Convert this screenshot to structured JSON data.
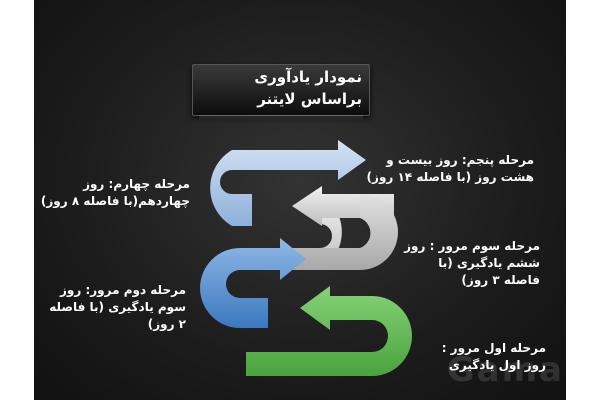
{
  "title": {
    "line1": "نمودار یادآوری",
    "line2": "براساس لایتنر"
  },
  "stages": [
    {
      "id": "stage-5",
      "line1": "مرحله پنجم: روز بیست و",
      "line2": "هشت روز (با فاصله ۱۴ روز)",
      "color": "#9cb9dd"
    },
    {
      "id": "stage-4",
      "line1": "مرحله چهارم: روز",
      "line2": "چهاردهم(با فاصله ۸ روز)",
      "color": "#c8c8c8"
    },
    {
      "id": "stage-3",
      "line1": "مرحله سوم مرور : روز",
      "line2": "ششم یادگیری (با",
      "line3": "فاصله ۳ روز)",
      "color": "#bdbdbd"
    },
    {
      "id": "stage-2",
      "line1": "مرحله دوم مرور: روز",
      "line2": "سوم یادگیری (با فاصله",
      "line3": "۲ روز)",
      "color": "#4e88cc"
    },
    {
      "id": "stage-1",
      "line1": "مرحله اول مرور :",
      "line2": "روز اول یادگیری",
      "color": "#5cb84f"
    }
  ],
  "watermark": "Gama"
}
